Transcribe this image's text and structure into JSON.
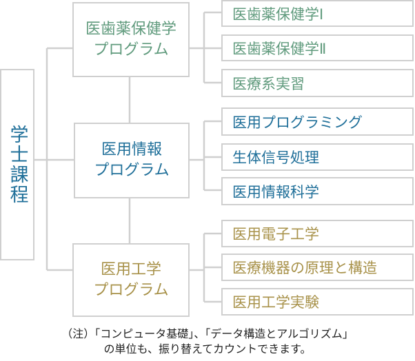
{
  "root": {
    "label": "学士課程"
  },
  "programs": [
    {
      "line1": "医歯薬保健学",
      "line2": "プログラム",
      "color": "#5f9a7c",
      "courses": [
        "医歯薬保健学Ⅰ",
        "医歯薬保健学Ⅱ",
        "医療系実習"
      ]
    },
    {
      "line1": "医用情報",
      "line2": "プログラム",
      "color": "#1f6f99",
      "courses": [
        "医用プログラミング",
        "生体信号処理",
        "医用情報科学"
      ]
    },
    {
      "line1": "医用工学",
      "line2": "プログラム",
      "color": "#a8924a",
      "courses": [
        "医用電子工学",
        "医療機器の原理と構造",
        "医用工学実験"
      ]
    }
  ],
  "note": {
    "line1": "（注）「コンピュータ基礎」、「データ構造とアルゴリズム」",
    "line2": "の単位も、振り替えてカウントできます。"
  }
}
